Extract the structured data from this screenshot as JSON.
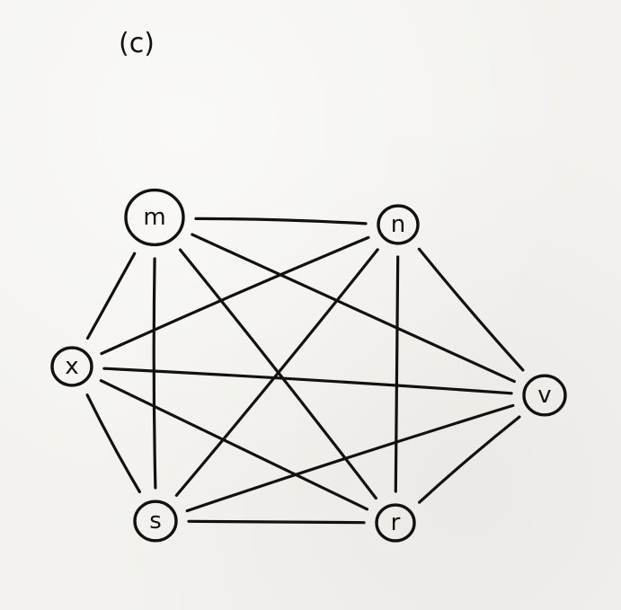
{
  "part_label": "(c)",
  "nodes": [
    {
      "id": "m",
      "label": "m"
    },
    {
      "id": "n",
      "label": "n"
    },
    {
      "id": "x",
      "label": "x"
    },
    {
      "id": "v",
      "label": "v"
    },
    {
      "id": "s",
      "label": "s"
    },
    {
      "id": "r",
      "label": "r"
    }
  ],
  "edges": [
    {
      "from": "m",
      "to": "n"
    },
    {
      "from": "m",
      "to": "x"
    },
    {
      "from": "m",
      "to": "s"
    },
    {
      "from": "m",
      "to": "r"
    },
    {
      "from": "m",
      "to": "v"
    },
    {
      "from": "n",
      "to": "x"
    },
    {
      "from": "n",
      "to": "s"
    },
    {
      "from": "n",
      "to": "r"
    },
    {
      "from": "n",
      "to": "v"
    },
    {
      "from": "x",
      "to": "v"
    },
    {
      "from": "x",
      "to": "r"
    },
    {
      "from": "x",
      "to": "s"
    },
    {
      "from": "s",
      "to": "v"
    },
    {
      "from": "s",
      "to": "r"
    },
    {
      "from": "v",
      "to": "r"
    }
  ]
}
